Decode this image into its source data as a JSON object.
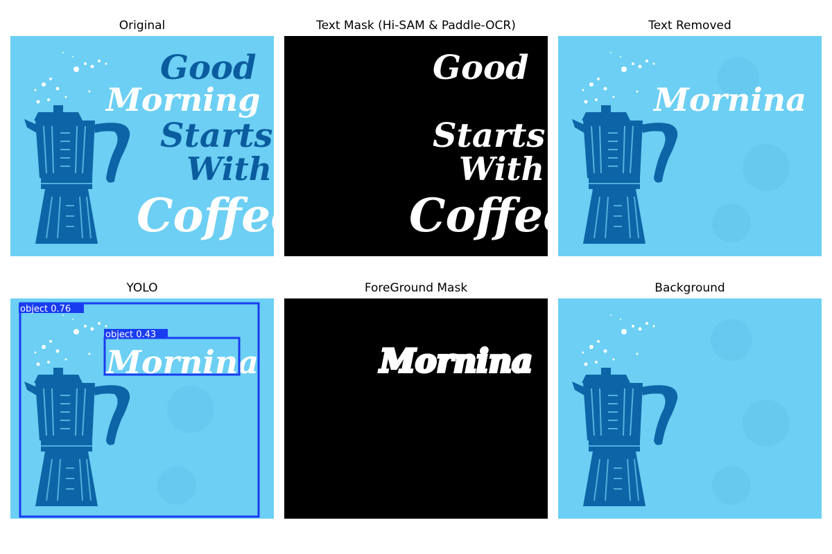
{
  "colors": {
    "sky_blue": "#6ccff3",
    "pot_blue": "#0d64a6",
    "text_dark_blue": "#0a5c9e",
    "text_white": "#ffffff",
    "mask_black": "#000000",
    "yolo_box_blue": "#1a3cf0"
  },
  "panels": [
    {
      "title": "Original"
    },
    {
      "title": "Text Mask (Hi-SAM & Paddle-OCR)"
    },
    {
      "title": "Text Removed"
    },
    {
      "title": "YOLO"
    },
    {
      "title": "ForeGround Mask"
    },
    {
      "title": "Background"
    }
  ],
  "artwork_text": {
    "good": "Good",
    "morning": "Morning",
    "starts": "Starts",
    "with": "With",
    "coffee": "Coffee",
    "mornina": "Mornina"
  },
  "detections": [
    {
      "label": "object 0.76",
      "score": 0.76
    },
    {
      "label": "object 0.43",
      "score": 0.43
    }
  ]
}
